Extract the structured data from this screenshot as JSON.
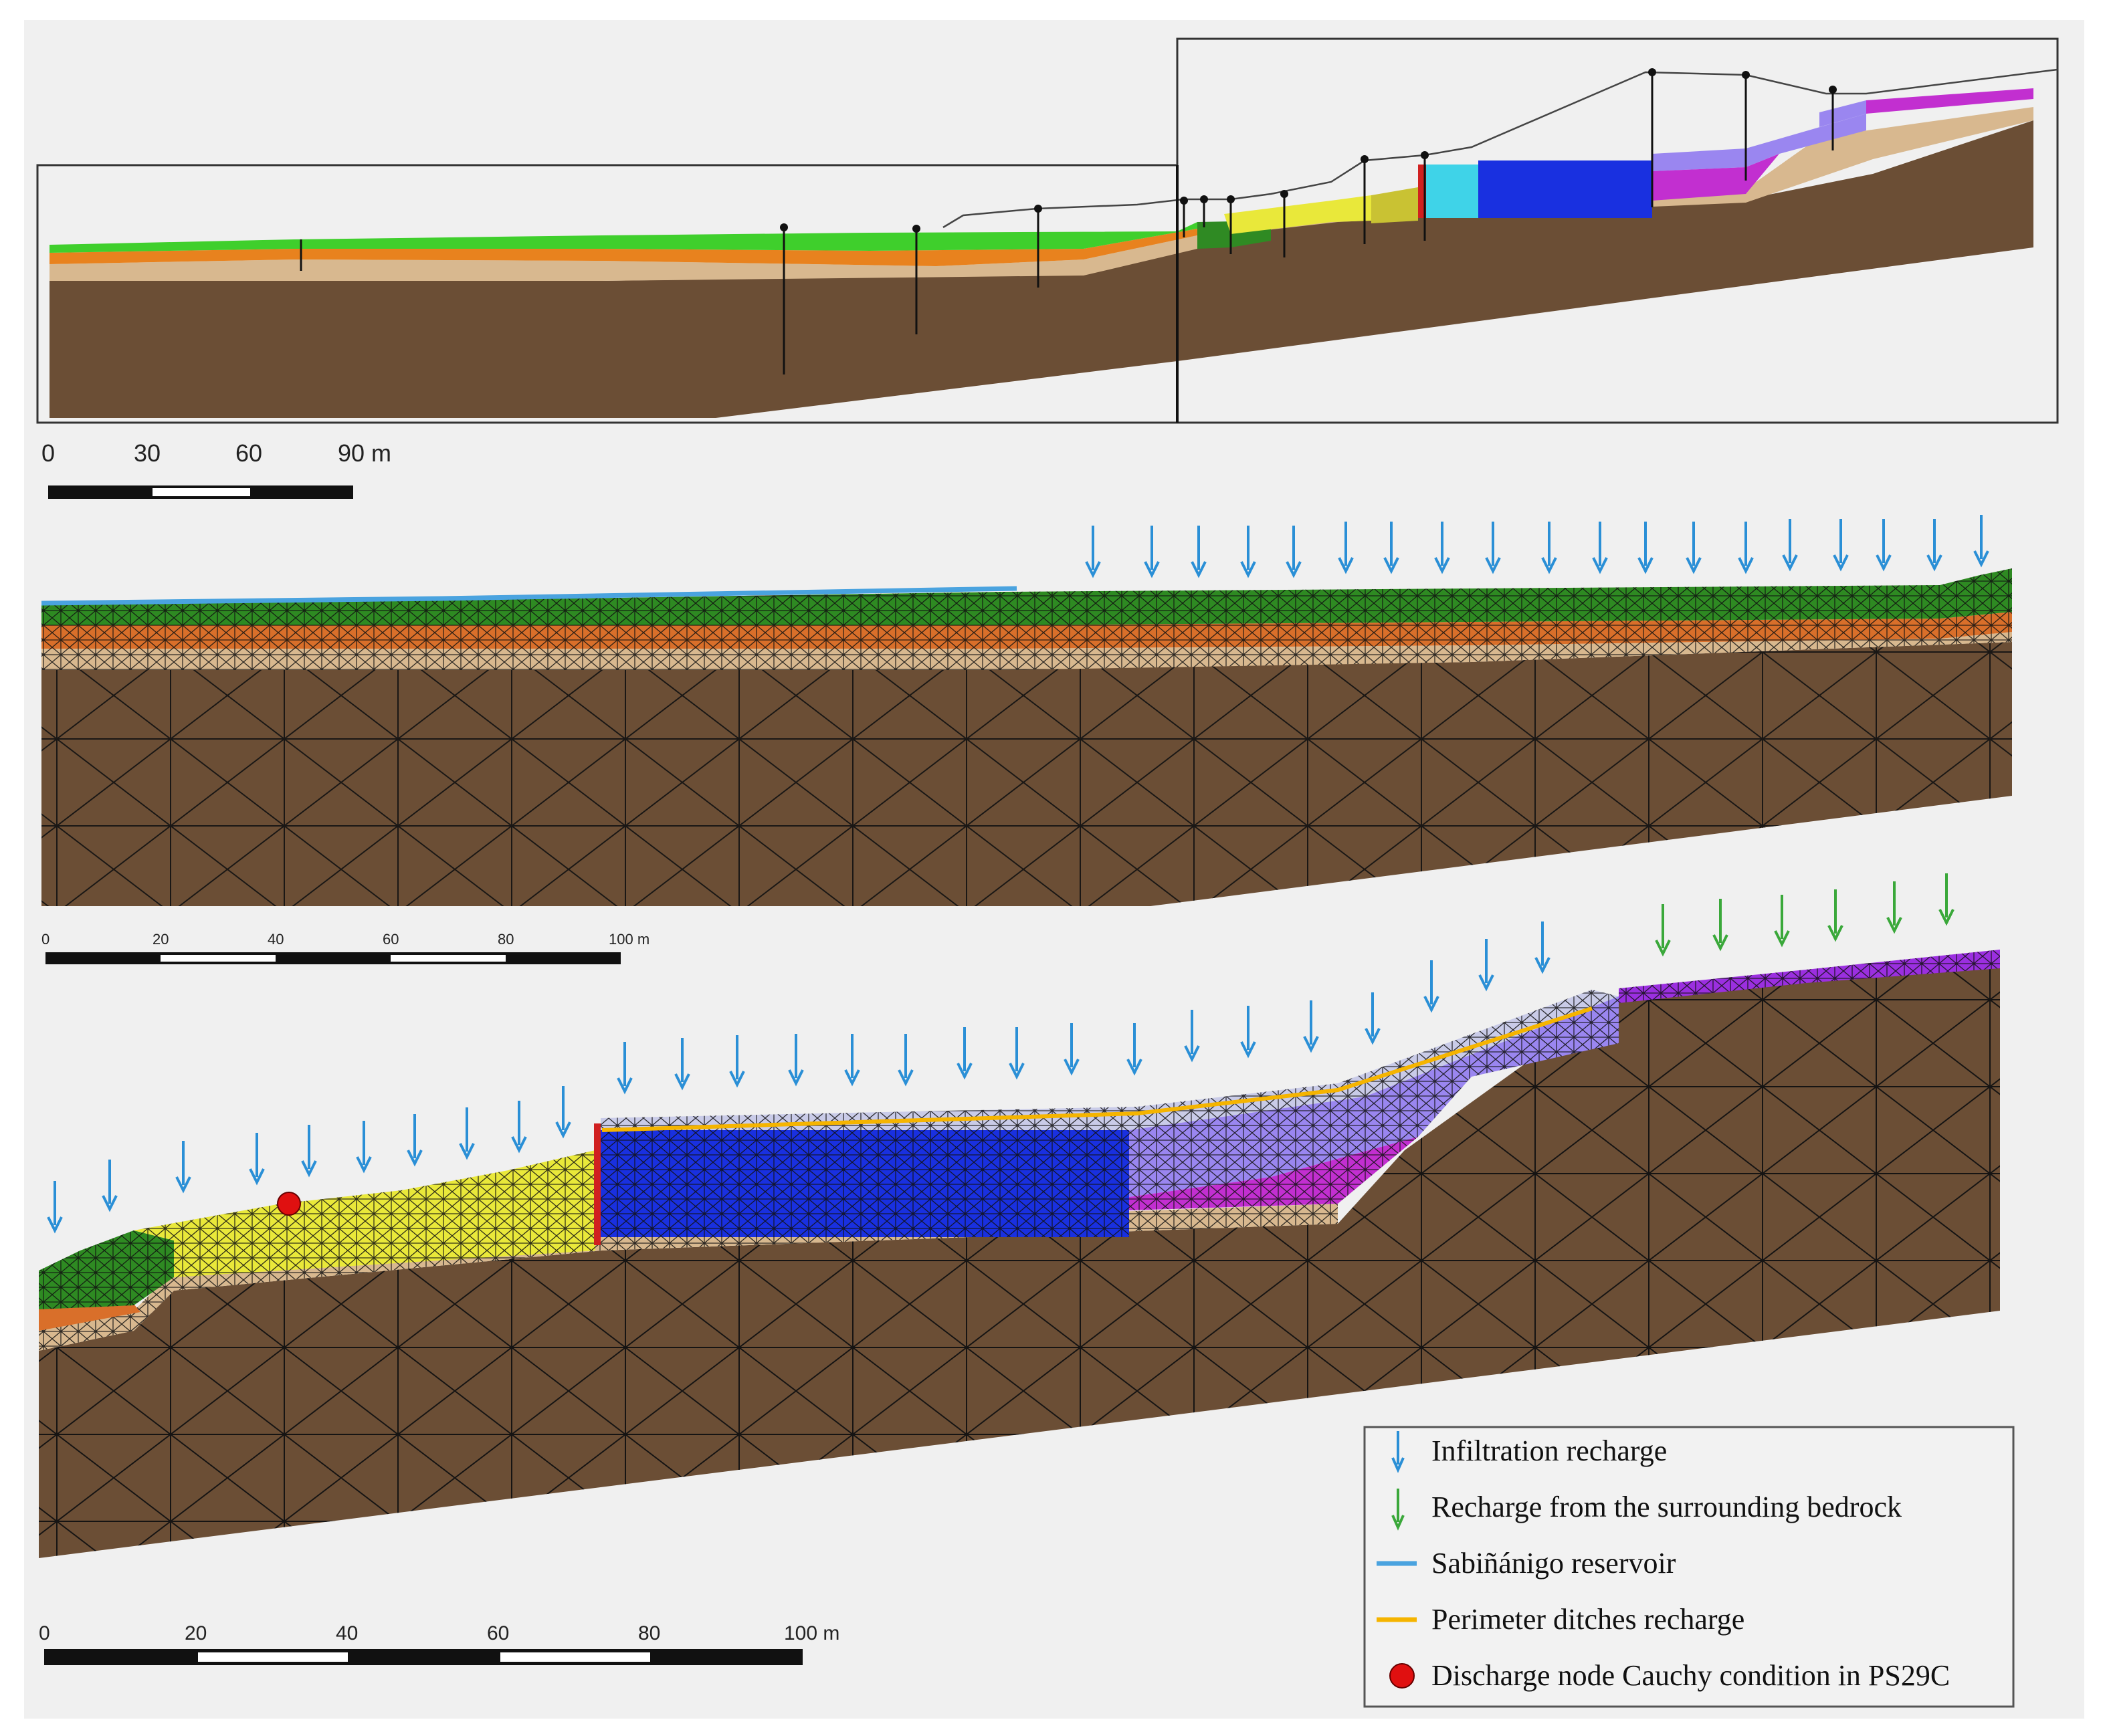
{
  "figure": {
    "panels": [
      {
        "id": "overview"
      },
      {
        "id": "mesh-upper"
      },
      {
        "id": "mesh-lower"
      }
    ]
  },
  "scale_bars": {
    "top": {
      "labels": [
        "0",
        "30",
        "60",
        "90 m"
      ]
    },
    "middle": {
      "labels": [
        "0",
        "20",
        "40",
        "60",
        "80",
        "100 m"
      ]
    },
    "bottom": {
      "labels": [
        "0",
        "20",
        "40",
        "60",
        "80",
        "100 m"
      ]
    }
  },
  "legend": {
    "items": [
      {
        "label": "Infiltration recharge",
        "symbol": "blue-arrow-icon",
        "color": "#2a8fd6"
      },
      {
        "label": "Recharge from the surrounding bedrock",
        "symbol": "green-arrow-icon",
        "color": "#3aa83a"
      },
      {
        "label": "Sabiñánigo reservoir",
        "symbol": "blue-line-icon",
        "color": "#4aa3df"
      },
      {
        "label": "Perimeter ditches recharge",
        "symbol": "yellow-line-icon",
        "color": "#f5b400"
      },
      {
        "label": "Discharge node Cauchy condition in PS29C",
        "symbol": "red-dot-icon",
        "color": "#e01010"
      }
    ]
  },
  "colors": {
    "bedrock": "#6b4e35",
    "lower_layer": "#d8b88f",
    "orange_layer": "#e8821e",
    "green_layer": "#3fcf2c",
    "yellow_layer": "#e9e83a",
    "olive_layer": "#c9c233",
    "cyan_block": "#3fd3e8",
    "blue_block": "#1930e0",
    "lavender_block": "#9a86f0",
    "magenta_block": "#c22fd0",
    "reservoir_line": "#4aa3df",
    "ditch_line": "#f5b400"
  }
}
